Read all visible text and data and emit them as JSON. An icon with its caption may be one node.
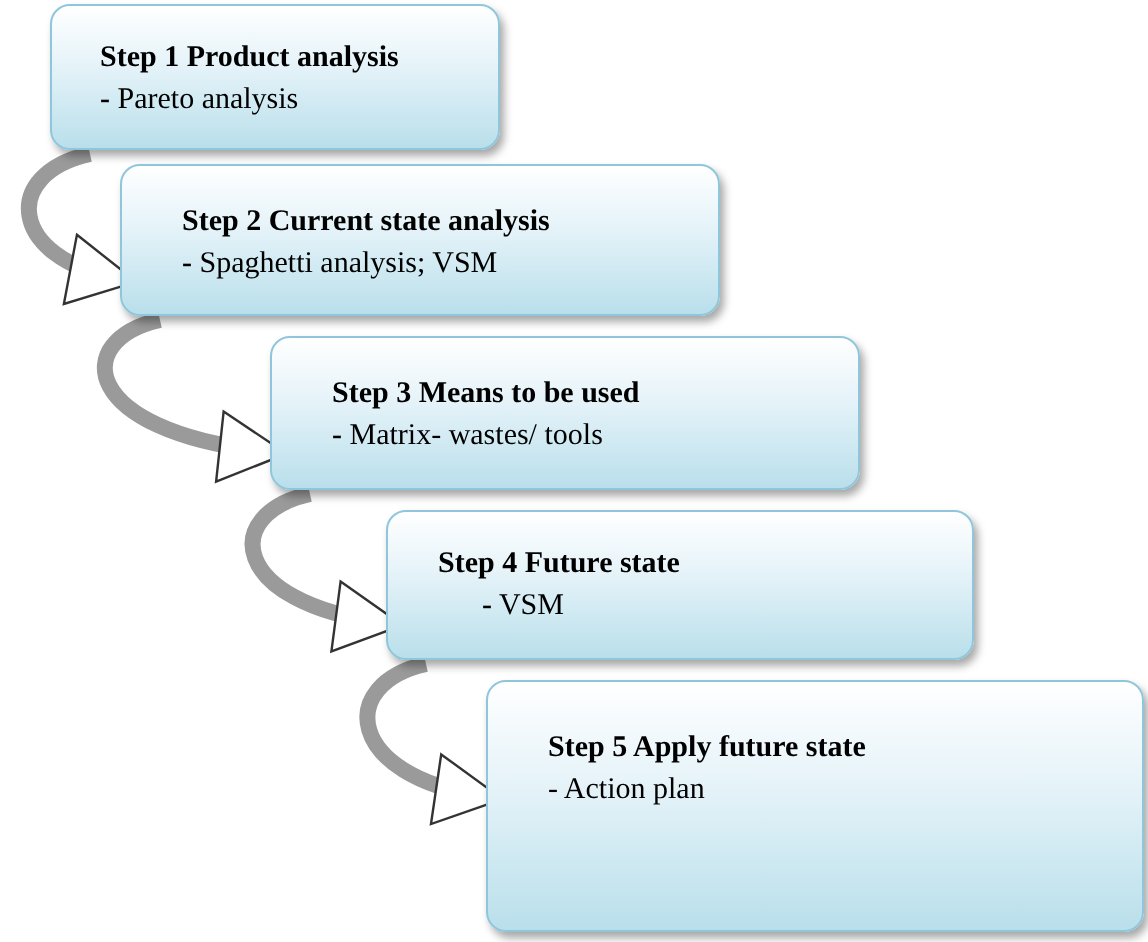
{
  "diagram": {
    "nodes": [
      {
        "text": [
          "Step 1 Product analysis",
          "**-** Pareto analysis"
        ]
      },
      {
        "text": [
          "Step 2 Current state analysis",
          "**-** Spaghetti analysis; VSM"
        ]
      },
      {
        "text": [
          "Step 3 Means to be used",
          "**-** Matrix- wastes/ tools"
        ]
      },
      {
        "text": [
          "Step 4 Future state",
          "**-** VSM"
        ]
      },
      {
        "text": [
          "Step 5 Apply future state",
          "- Action plan"
        ]
      }
    ],
    "edges": [
      {
        "from": 0,
        "to": 1,
        "arrow": "to"
      },
      {
        "from": 1,
        "to": 2,
        "arrow": "to"
      },
      {
        "from": 2,
        "to": 3,
        "arrow": "to"
      },
      {
        "from": 3,
        "to": 4,
        "arrow": "to"
      }
    ]
  }
}
